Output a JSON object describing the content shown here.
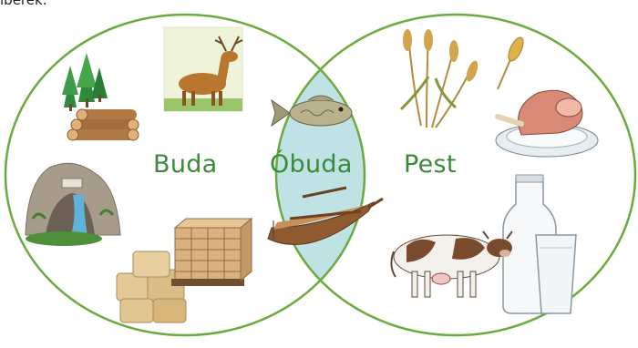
{
  "caption": "íberek:",
  "regions": {
    "left": "Buda",
    "center": "Óbuda",
    "right": "Pest"
  },
  "colors": {
    "circle_stroke": "#6aab3e",
    "intersection_fill": "#bfe3e5",
    "label_green": "#3a8a3a"
  },
  "items": {
    "left": [
      "forest-icon",
      "logs-icon",
      "deer-icon",
      "cave-spring-icon",
      "stone-blocks-icon",
      "bricks-icon"
    ],
    "center": [
      "fish-icon",
      "rowboat-icon"
    ],
    "right": [
      "wheat-icon",
      "grain-ear-icon",
      "meat-on-plate-icon",
      "milk-bottle-icon",
      "milk-glass-icon",
      "cow-icon"
    ]
  }
}
